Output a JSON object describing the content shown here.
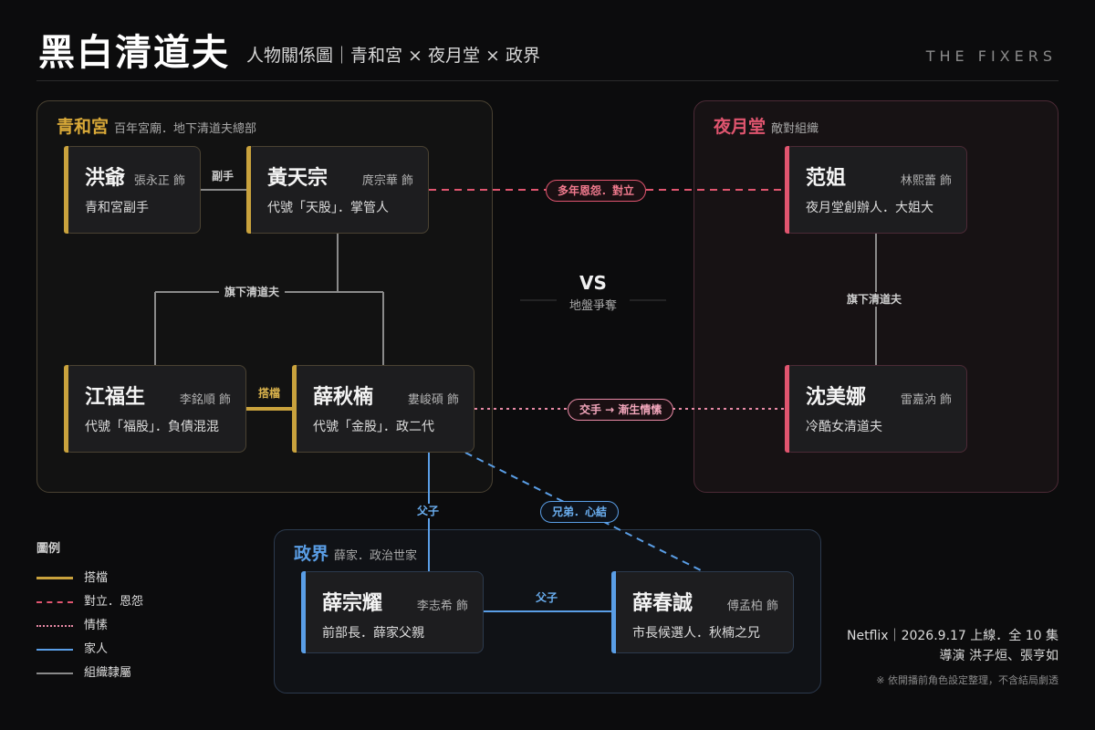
{
  "header": {
    "title": "黑白清道夫",
    "subtitle": "人物關係圖｜青和宮 × 夜月堂 × 政界",
    "brand": "THE FIXERS"
  },
  "colors": {
    "gold": "#c9a23d",
    "pink": "#e0556f",
    "rose": "#e98aa6",
    "blue": "#5a9ee6",
    "gray": "#8a8a8a",
    "background": "#0c0c0d"
  },
  "groups": {
    "qinghe": {
      "name": "青和宮",
      "desc": "百年宮廟．地下清道夫總部",
      "color": "#d9a938"
    },
    "yeyue": {
      "name": "夜月堂",
      "desc": "敵對組織",
      "color": "#e0556f"
    },
    "zhengjie": {
      "name": "政界",
      "desc": "薛家．政治世家",
      "color": "#5a9ee6"
    }
  },
  "characters": {
    "hongye": {
      "name": "洪爺",
      "actor": "張永正 飾",
      "role": "青和宮副手"
    },
    "huang": {
      "name": "黃天宗",
      "actor": "庹宗華 飾",
      "role": "代號「天股」．掌管人"
    },
    "jiang": {
      "name": "江福生",
      "actor": "李銘順 飾",
      "role": "代號「福股」．負債混混"
    },
    "xueqiunan": {
      "name": "薛秋楠",
      "actor": "婁峻碩 飾",
      "role": "代號「金股」．政二代"
    },
    "fanjie": {
      "name": "范姐",
      "actor": "林熙蕾 飾",
      "role": "夜月堂創辦人．大姐大"
    },
    "shen": {
      "name": "沈美娜",
      "actor": "雷嘉汭 飾",
      "role": "冷酷女清道夫"
    },
    "xuezongyao": {
      "name": "薛宗耀",
      "actor": "李志希 飾",
      "role": "前部長．薛家父親"
    },
    "xuechuncheng": {
      "name": "薛春誠",
      "actor": "傅孟柏 飾",
      "role": "市長候選人．秋楠之兄"
    }
  },
  "relations": {
    "deputy": "副手",
    "subordinate_left": "旗下清道夫",
    "subordinate_right": "旗下清道夫",
    "partner": "搭檔",
    "feud": "多年恩怨．對立",
    "romance": "交手 → 漸生情愫",
    "father_son_1": "父子",
    "brothers": "兄弟．心結",
    "father_son_2": "父子"
  },
  "center": {
    "vs": "VS",
    "sub": "地盤爭奪"
  },
  "legend": {
    "title": "圖例",
    "items": [
      {
        "label": "搭檔",
        "style": "solid",
        "color": "#c9a23d"
      },
      {
        "label": "對立．恩怨",
        "style": "dashed",
        "color": "#e0556f"
      },
      {
        "label": "情愫",
        "style": "dotted",
        "color": "#e98aa6"
      },
      {
        "label": "家人",
        "style": "solid",
        "color": "#5a9ee6"
      },
      {
        "label": "組織隸屬",
        "style": "solid",
        "color": "#8a8a8a"
      }
    ]
  },
  "info": {
    "release": "Netflix｜2026.9.17 上線．全 10 集",
    "directors": "導演 洪子烜、張亨如",
    "note": "※ 依開播前角色設定整理，不含結局劇透"
  }
}
